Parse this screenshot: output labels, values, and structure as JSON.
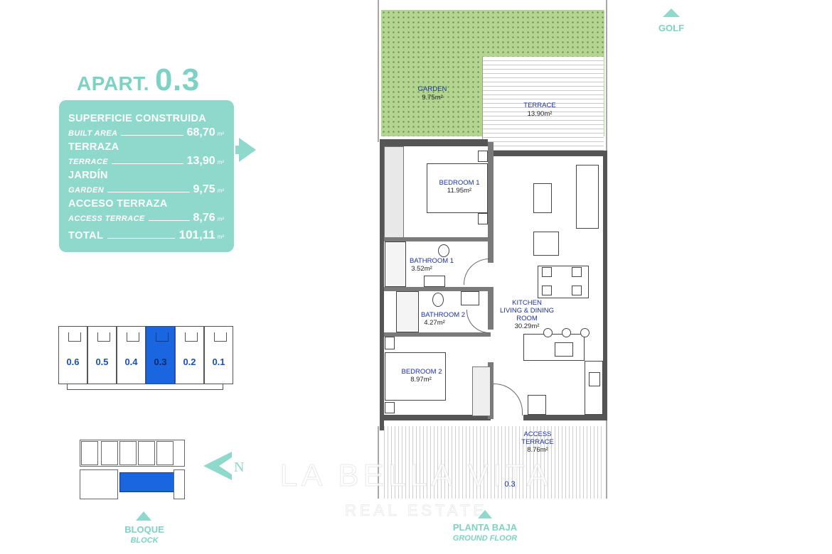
{
  "header": {
    "apart_prefix": "APART.",
    "apart_number": "0.3"
  },
  "info": {
    "rows": [
      {
        "es": "SUPERFICIE CONSTRUIDA",
        "en": "BUILT AREA",
        "value": "68,70",
        "unit": "m²"
      },
      {
        "es": "TERRAZA",
        "en": "TERRACE",
        "value": "13,90",
        "unit": "m²"
      },
      {
        "es": "JARDÍN",
        "en": "GARDEN",
        "value": "9,75",
        "unit": "m²"
      },
      {
        "es": "ACCESO TERRAZA",
        "en": "ACCESS TERRACE",
        "value": "8,76",
        "unit": "m²"
      }
    ],
    "total": {
      "label": "TOTAL",
      "value": "101,11",
      "unit": "m²"
    }
  },
  "unit_selector": {
    "units": [
      "0.6",
      "0.5",
      "0.4",
      "0.3",
      "0.2",
      "0.1"
    ],
    "selected": "0.3"
  },
  "site_plan": {
    "north_letter": "N",
    "label": "BLOQUE",
    "sub_label": "BLOCK"
  },
  "compass": {
    "golf_label": "GOLF"
  },
  "rooms": {
    "garden": {
      "label": "GARDEN",
      "area": "9.75m²"
    },
    "terrace": {
      "label": "TERRACE",
      "area": "13.90m²"
    },
    "bedroom1": {
      "label": "BEDROOM 1",
      "area": "11.95m²"
    },
    "bathroom1": {
      "label": "BATHROOM 1",
      "area": "3.52m²"
    },
    "bathroom2": {
      "label": "BATHROOM 2",
      "area": "4.27m²"
    },
    "kitchen_l1": "KITCHEN",
    "kitchen_l2": "LIVING & DINING",
    "kitchen_l3": "ROOM",
    "kitchen_area": "30.29m²",
    "bedroom2": {
      "label": "BEDROOM 2",
      "area": "8.97m²"
    },
    "access_l1": "ACCESS",
    "access_l2": "TERRACE",
    "access_area": "8.76m²",
    "unit_tag": "0.3"
  },
  "floor": {
    "label": "PLANTA BAJA",
    "sub_label": "GROUND FLOOR"
  },
  "watermark": {
    "main": "LA BELLA VITA",
    "sub": "REAL ESTATE"
  },
  "colors": {
    "accent": "#8ed8cc",
    "selected_unit": "#1a66e0",
    "room_label": "#1a2fa6",
    "garden": "#b4d590"
  }
}
